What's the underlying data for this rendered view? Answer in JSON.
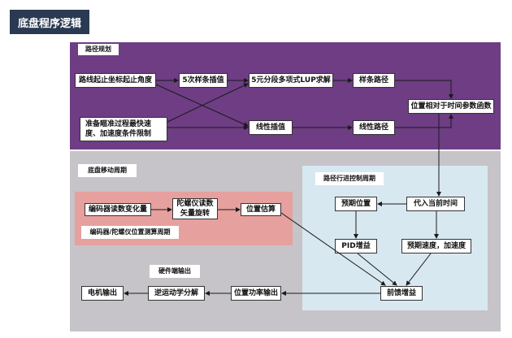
{
  "page": {
    "title": "底盘程序逻辑"
  },
  "sections": {
    "path_planning": "路径规划",
    "chassis_cycle": "底盘移动周期",
    "path_control_cycle": "路径行进控制周期",
    "encoder_cycle": "编码器/陀螺仪位置测算周期",
    "hardware_output": "硬件端输出"
  },
  "nodes": {
    "start_end": "路线起止坐标起止角度",
    "quintic_spline": "5次样条插值",
    "lup_solve": "5元分段多项式LUP求解",
    "spline_path": "样条路径",
    "speed_limits_l1": "准备瞄准过程最快速",
    "speed_limits_l2": "度、加速度条件限制",
    "linear_interp": "线性插值",
    "linear_path": "线性路径",
    "pos_vs_time": "位置相对于时间参数函数",
    "encoder_read": "编码器读数变化量",
    "gyro_l1": "陀螺仪读数",
    "gyro_l2": "矢量旋转",
    "pos_estimate": "位置估算",
    "current_time": "代入当前时间",
    "expected_pos": "预期位置",
    "pid_gain": "PID增益",
    "expected_speed": "预期速度，加速度",
    "feedforward": "前馈增益",
    "pos_power_out": "位置功率输出",
    "inverse_kin": "逆运动学分解",
    "motor_out": "电机输出"
  }
}
